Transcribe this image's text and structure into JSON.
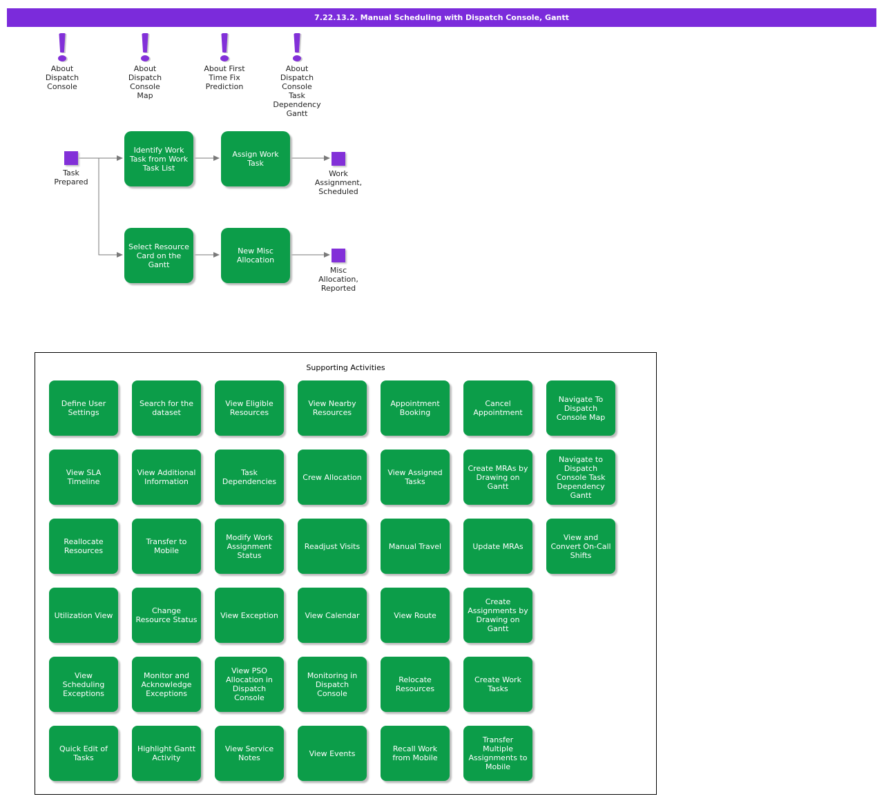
{
  "title": "7.22.13.2. Manual Scheduling with Dispatch Console, Gantt",
  "notes": [
    {
      "label": "About\nDispatch\nConsole"
    },
    {
      "label": "About\nDispatch\nConsole\nMap"
    },
    {
      "label": "About First\nTime Fix\nPrediction"
    },
    {
      "label": "About\nDispatch\nConsole\nTask\nDependency\nGantt"
    }
  ],
  "flow": {
    "events": [
      {
        "label": "Task\nPrepared"
      },
      {
        "label": "Work\nAssignment,\nScheduled"
      },
      {
        "label": "Misc\nAllocation,\nReported"
      }
    ],
    "tasks": [
      {
        "label": "Identify Work Task from Work Task List"
      },
      {
        "label": "Assign Work Task"
      },
      {
        "label": "Select Resource Card on the Gantt"
      },
      {
        "label": "New Misc Allocation"
      }
    ]
  },
  "supporting": {
    "title": "Supporting Activities",
    "items": [
      "Define User Settings",
      "Search for the dataset",
      "View Eligible Resources",
      "View Nearby Resources",
      "Appointment Booking",
      "Cancel Appointment",
      "Navigate To Dispatch Console Map",
      "View SLA Timeline",
      "View Additional Information",
      "Task Dependencies",
      "Crew Allocation",
      "View Assigned Tasks",
      "Create MRAs by Drawing on Gantt",
      "Navigate to Dispatch Console Task Dependency Gantt",
      "Reallocate Resources",
      "Transfer to Mobile",
      "Modify Work Assignment Status",
      "Readjust Visits",
      "Manual Travel",
      "Update MRAs",
      "View and Convert On-Call Shifts",
      "Utilization View",
      "Change Resource Status",
      "View Exception",
      "View Calendar",
      "View Route",
      "Create Assignments by Drawing on Gantt",
      "View Scheduling Exceptions",
      "Monitor and Acknowledge Exceptions",
      "View PSO Allocation in Dispatch Console",
      "Monitoring in Dispatch Console",
      "Relocate Resources",
      "Create Work Tasks",
      "Quick Edit of Tasks",
      "Highlight Gantt Activity",
      "View Service Notes",
      "View Events",
      "Recall Work from Mobile",
      "Transfer Multiple Assignments to Mobile"
    ]
  },
  "colors": {
    "purple_header": "#7b2bdb",
    "purple_event": "#8230d8",
    "green_activity": "#0c9d49",
    "arrow_gray": "#7a7a7a"
  }
}
